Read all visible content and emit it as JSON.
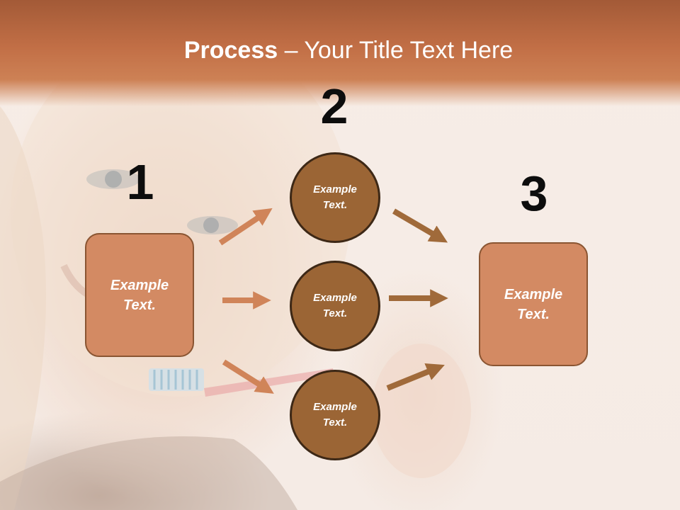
{
  "slide": {
    "title_bold": "Process",
    "title_rest": " – Your Title Text Here"
  },
  "steps": [
    {
      "number": "1"
    },
    {
      "number": "2"
    },
    {
      "number": "3"
    }
  ],
  "boxes": {
    "left": "Example Text.",
    "right": "Example Text."
  },
  "circles": [
    "Example Text.",
    "Example Text.",
    "Example Text."
  ],
  "colors": {
    "banner": "#c26f46",
    "box_fill": "#d38a63",
    "circle_fill": "#9b6535",
    "circle_border": "#3d2816",
    "left_arrows": "#d08459",
    "right_arrows": "#a06a3a"
  }
}
